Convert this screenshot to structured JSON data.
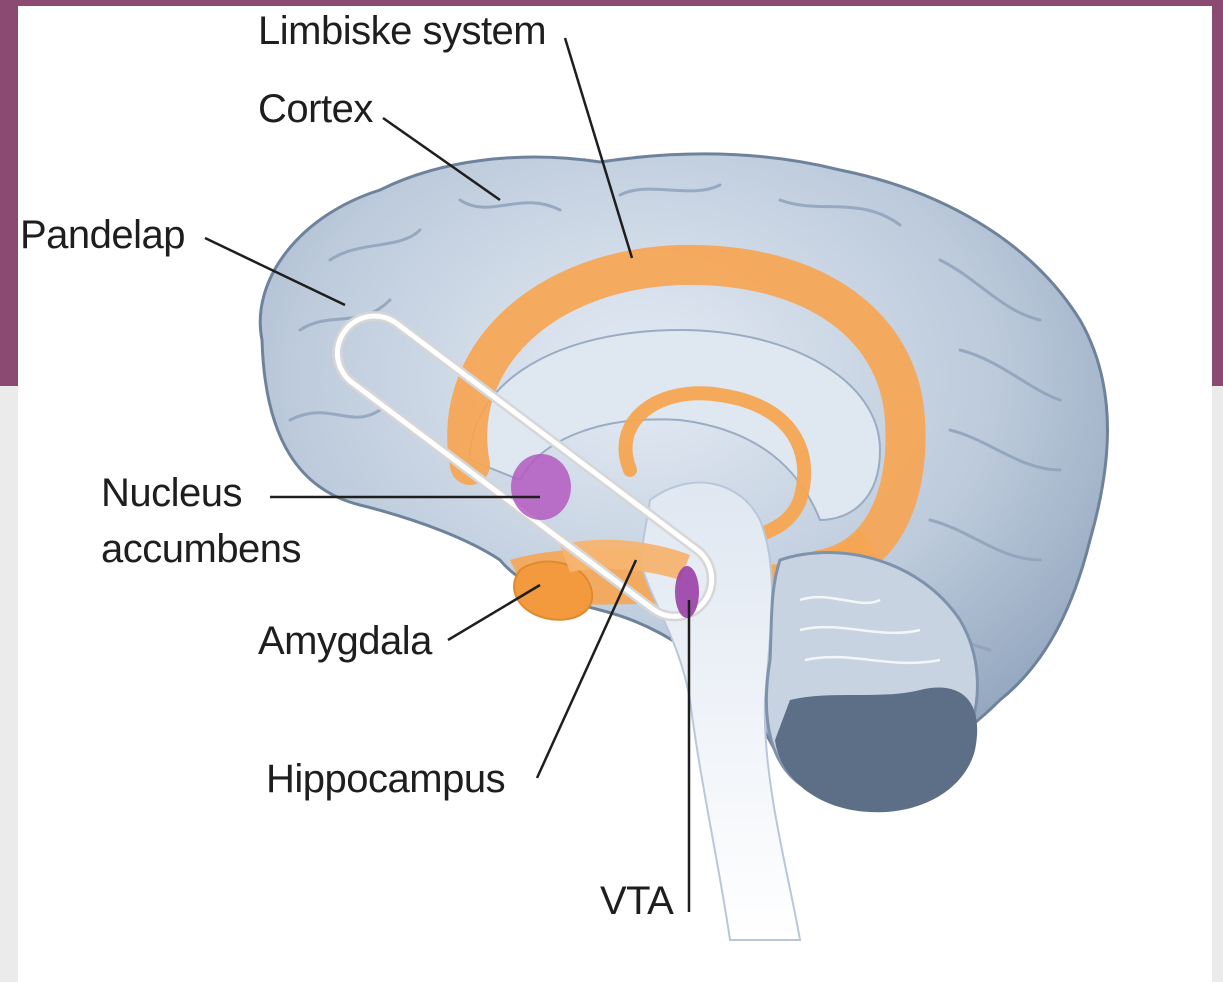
{
  "diagram": {
    "labels": {
      "limbic_system": "Limbiske system",
      "cortex": "Cortex",
      "frontal_lobe": "Pandelap",
      "nucleus_accumbens_line1": "Nucleus",
      "nucleus_accumbens_line2": "accumbens",
      "amygdala": "Amygdala",
      "hippocampus": "Hippocampus",
      "vta": "VTA"
    },
    "colors": {
      "frame": "#8a4a72",
      "brain": "#b8c7da",
      "limbic": "#f6a552",
      "highlight": "#b45bbf",
      "loop": "#ffffff"
    }
  }
}
